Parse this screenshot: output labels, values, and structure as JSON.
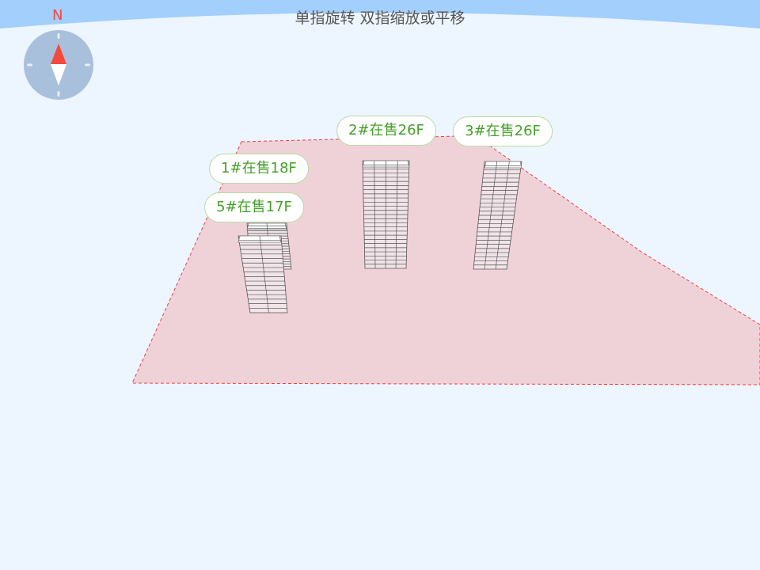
{
  "hint": "单指旋转 双指缩放或平移",
  "compass": {
    "north_label": "N"
  },
  "colors": {
    "land_fill": "#efd2d8",
    "land_border": "#f04040",
    "label_text": "#45a02a",
    "label_border": "#b7dca2",
    "sky": "#a3cffc",
    "background": "#edf5fe"
  },
  "buildings": [
    {
      "id": "1",
      "label": "1#在售18F",
      "floors": 18
    },
    {
      "id": "5",
      "label": "5#在售17F",
      "floors": 17
    },
    {
      "id": "2",
      "label": "2#在售26F",
      "floors": 26
    },
    {
      "id": "3",
      "label": "3#在售26F",
      "floors": 26
    }
  ]
}
